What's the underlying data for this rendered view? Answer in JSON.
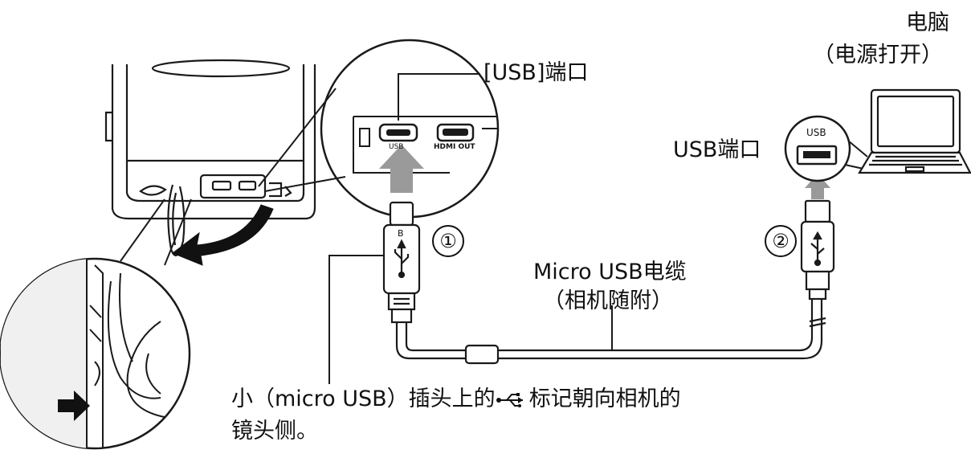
{
  "labels": {
    "computer": "电脑",
    "computer_power": "（电源打开）",
    "usb_port_camera": "[USB]端口",
    "usb_port_pc": "USB端口",
    "cable_name": "Micro USB电缆",
    "cable_note": "（相机随附）",
    "step1": "①",
    "step2": "②",
    "note_part1": "小（micro USB）插头上的",
    "note_part2": "标记朝向相机的",
    "note_line2": "镜头侧。",
    "port_usb_small": "USB",
    "port_hdmi_small": "HDMI OUT",
    "port_usb_pc_small": "USB",
    "plug_letter": "B"
  },
  "colors": {
    "line": "#1a1a1a",
    "gray_arrow": "#9a9a9a",
    "camera_fill": "#ffffff",
    "skin": "#f2f2f2"
  }
}
